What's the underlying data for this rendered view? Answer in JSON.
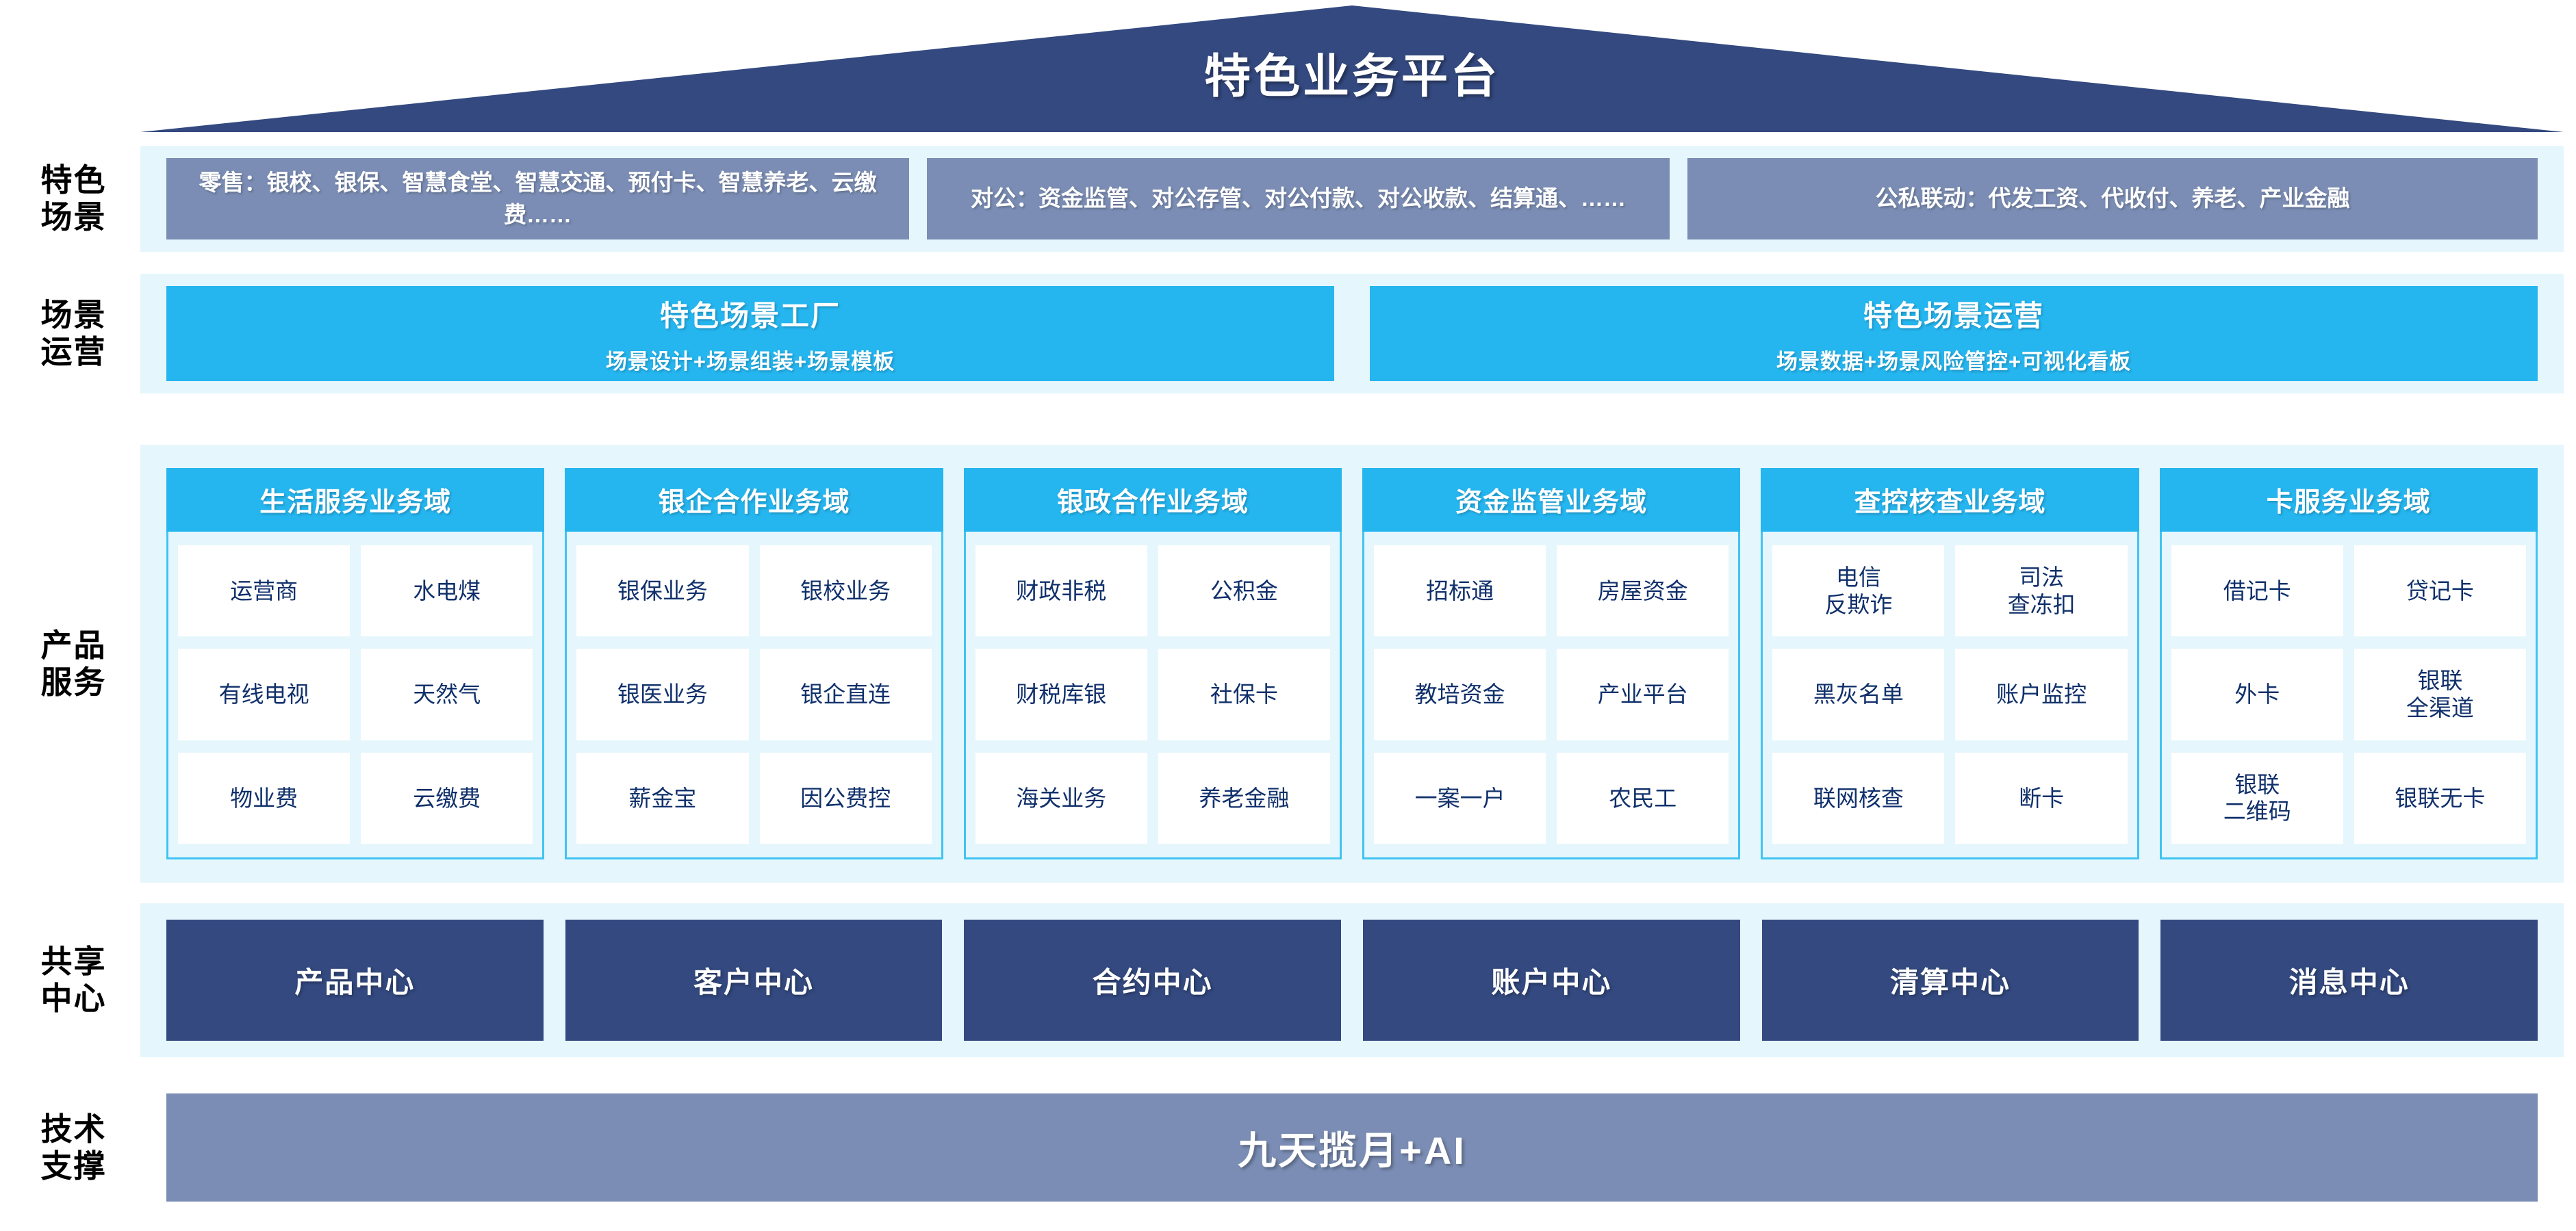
{
  "header": {
    "title": "特色业务平台"
  },
  "rows": {
    "scenes": {
      "label": "特色\n场景",
      "boxes": [
        "零售：银校、银保、智慧食堂、智慧交通、预付卡、智慧养老、云缴费……",
        "对公：资金监管、对公存管、对公付款、对公收款、结算通、……",
        "公私联动：代发工资、代收付、养老、产业金融"
      ]
    },
    "operations": {
      "label": "场景\n运营",
      "boxes": [
        {
          "title": "特色场景工厂",
          "subtitle": "场景设计+场景组装+场景模板"
        },
        {
          "title": "特色场景运营",
          "subtitle": "场景数据+场景风险管控+可视化看板"
        }
      ]
    },
    "products": {
      "label": "产品\n服务",
      "domains": [
        {
          "title": "生活服务业务域",
          "rows": [
            [
              "运营商",
              "水电煤"
            ],
            [
              "有线电视",
              "天然气"
            ],
            [
              "物业费",
              "云缴费"
            ]
          ]
        },
        {
          "title": "银企合作业务域",
          "rows": [
            [
              "银保业务",
              "银校业务"
            ],
            [
              "银医业务",
              "银企直连"
            ],
            [
              "薪金宝",
              "因公费控"
            ]
          ]
        },
        {
          "title": "银政合作业务域",
          "rows": [
            [
              "财政非税",
              "公积金"
            ],
            [
              "财税库银",
              "社保卡"
            ],
            [
              "海关业务",
              "养老金融"
            ]
          ]
        },
        {
          "title": "资金监管业务域",
          "rows": [
            [
              "招标通",
              "房屋资金"
            ],
            [
              "教培资金",
              "产业平台"
            ],
            [
              "一案一户",
              "农民工"
            ]
          ]
        },
        {
          "title": "查控核查业务域",
          "rows": [
            [
              "电信\n反欺诈",
              "司法\n查冻扣"
            ],
            [
              "黑灰名单",
              "账户监控"
            ],
            [
              "联网核查",
              "断卡"
            ]
          ]
        },
        {
          "title": "卡服务业务域",
          "rows": [
            [
              "借记卡",
              "贷记卡"
            ],
            [
              "外卡",
              "银联\n全渠道"
            ],
            [
              "银联\n二维码",
              "银联无卡"
            ]
          ]
        }
      ]
    },
    "shared": {
      "label": "共享\n中心",
      "boxes": [
        "产品中心",
        "客户中心",
        "合约中心",
        "账户中心",
        "清算中心",
        "消息中心"
      ]
    },
    "tech": {
      "label": "技术\n支撑",
      "bar": "九天揽月+AI"
    }
  },
  "colors": {
    "dark_blue": "#33497f",
    "cyan": "#25b5ef",
    "cyan_border": "#3fc4f2",
    "slate_blue": "#7b8db4",
    "band_bg": "#e6f6fd",
    "tile_text": "#10306b"
  }
}
